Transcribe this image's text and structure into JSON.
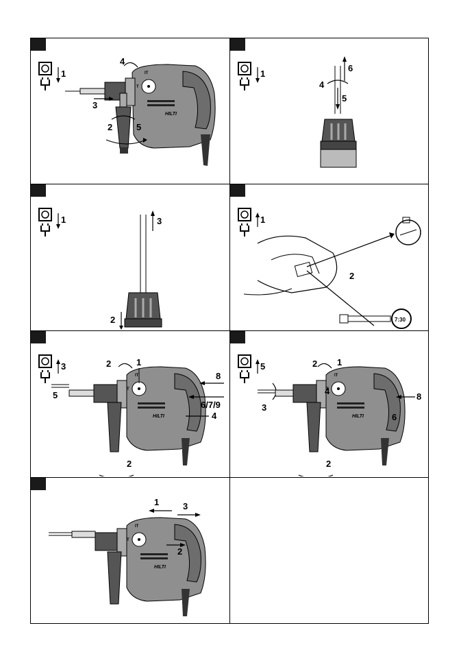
{
  "panels": [
    {
      "id": "p1",
      "labels": {
        "a": "1",
        "b": "4",
        "c": "3",
        "d": "2",
        "e": "5"
      },
      "brand": "HILTI",
      "modes": [
        "IT",
        "T"
      ]
    },
    {
      "id": "p2",
      "labels": {
        "a": "1",
        "b": "6",
        "c": "4",
        "d": "5"
      }
    },
    {
      "id": "p3",
      "labels": {
        "a": "1",
        "b": "3",
        "c": "2"
      }
    },
    {
      "id": "p4",
      "labels": {
        "a": "1",
        "b": "2"
      },
      "watch": "7:30"
    },
    {
      "id": "p5",
      "labels": {
        "a": "3",
        "b": "5",
        "c": "2",
        "d": "1",
        "e": "8",
        "f": "6/7/9",
        "g": "4",
        "h": "2"
      },
      "brand": "HILTI",
      "modes": [
        "IT",
        "T"
      ]
    },
    {
      "id": "p6",
      "labels": {
        "a": "5",
        "b": "3",
        "c": "2",
        "d": "1",
        "e": "4",
        "f": "8",
        "g": "6",
        "h": "2"
      },
      "brand": "HILTI",
      "modes": [
        "IT",
        "T"
      ]
    },
    {
      "id": "p7",
      "labels": {
        "a": "1",
        "b": "3",
        "c": "2"
      },
      "brand": "HILTI",
      "modes": [
        "IT",
        "T"
      ]
    }
  ]
}
